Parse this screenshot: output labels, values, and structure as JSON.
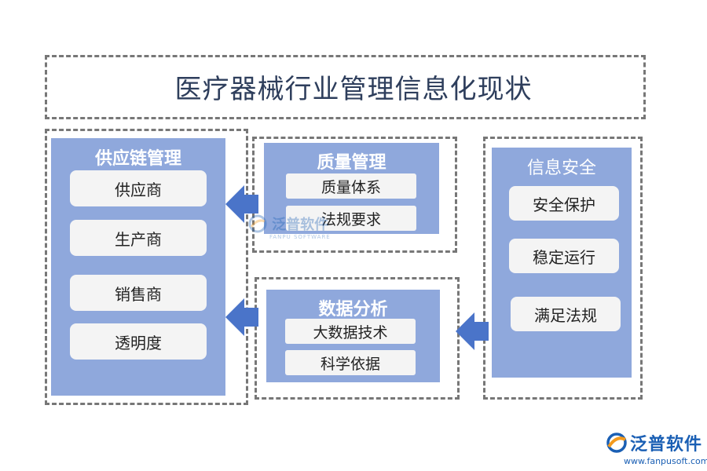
{
  "title": "医疗器械行业管理信息化现状",
  "colors": {
    "panel": "#8fa8dc",
    "arrow": "#4a74c9",
    "border": "#777777",
    "item_bg": "#f4f4f4",
    "title": "#2e3e5c",
    "logo_orange": "#f39a1e",
    "logo_blue": "#1a5fb4"
  },
  "supply_chain": {
    "title": "供应链管理",
    "items": [
      "供应商",
      "生产商",
      "销售商",
      "透明度"
    ]
  },
  "quality": {
    "title": "质量管理",
    "items": [
      "质量体系",
      "法规要求"
    ]
  },
  "data_analysis": {
    "title": "数据分析",
    "items": [
      "大数据技术",
      "科学依据"
    ]
  },
  "info_security": {
    "title": "信息安全",
    "items": [
      "安全保护",
      "稳定运行",
      "满足法规"
    ]
  },
  "logo": {
    "name": "泛普软件",
    "url": "www.fanpusoft.com"
  },
  "watermark": {
    "name": "泛普软件",
    "sub": "FANPU SOFTWARE"
  }
}
